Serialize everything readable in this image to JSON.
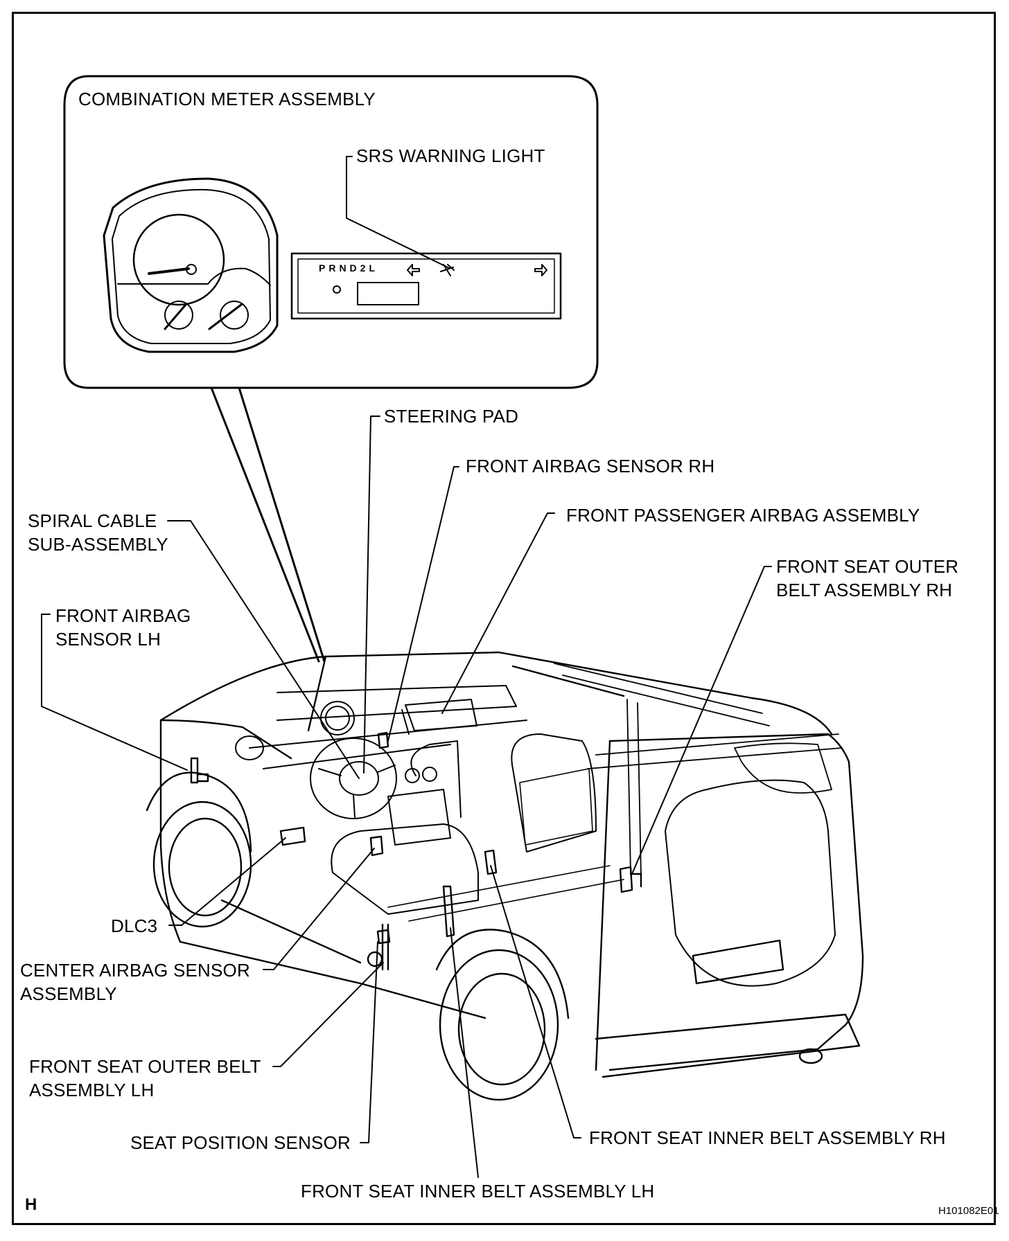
{
  "callout_title": "COMBINATION METER ASSEMBLY",
  "gear_indicator": "PRND2L",
  "labels": {
    "srs_warning_light": "SRS WARNING LIGHT",
    "steering_pad": "STEERING PAD",
    "front_airbag_sensor_rh": "FRONT AIRBAG SENSOR RH",
    "front_passenger_airbag": "FRONT PASSENGER AIRBAG ASSEMBLY",
    "front_seat_outer_belt_rh": [
      "FRONT SEAT OUTER",
      "BELT ASSEMBLY RH"
    ],
    "spiral_cable": [
      "SPIRAL CABLE",
      "SUB-ASSEMBLY"
    ],
    "front_airbag_sensor_lh": [
      "FRONT AIRBAG",
      "SENSOR LH"
    ],
    "dlc3": "DLC3",
    "center_airbag_sensor": [
      "CENTER AIRBAG SENSOR",
      "ASSEMBLY"
    ],
    "front_seat_outer_belt_lh": [
      "FRONT SEAT OUTER BELT",
      "ASSEMBLY LH"
    ],
    "seat_position_sensor": "SEAT POSITION SENSOR",
    "front_seat_inner_belt_rh": "FRONT SEAT INNER BELT ASSEMBLY RH",
    "front_seat_inner_belt_lh": "FRONT SEAT INNER BELT ASSEMBLY LH"
  },
  "corner_mark": "H",
  "figure_code": "H101082E01"
}
